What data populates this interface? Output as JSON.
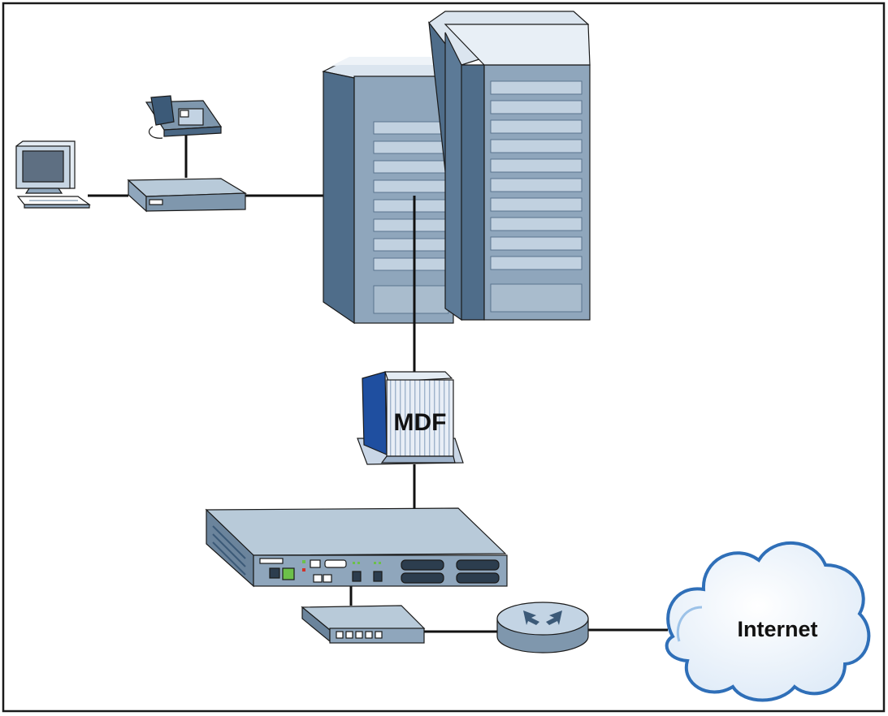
{
  "diagram": {
    "labels": {
      "mdf": "MDF",
      "internet": "Internet"
    },
    "nodes": [
      {
        "id": "computer",
        "icon": "desktop-computer-icon"
      },
      {
        "id": "phone",
        "icon": "telephone-icon"
      },
      {
        "id": "modem",
        "icon": "dsl-modem-icon"
      },
      {
        "id": "building-low",
        "icon": "office-building-icon"
      },
      {
        "id": "building-tall",
        "icon": "office-building-icon"
      },
      {
        "id": "mdf",
        "icon": "mdf-box-icon"
      },
      {
        "id": "dslam",
        "icon": "dslam-chassis-icon"
      },
      {
        "id": "switch",
        "icon": "ethernet-switch-icon"
      },
      {
        "id": "router",
        "icon": "router-icon"
      },
      {
        "id": "internet",
        "icon": "cloud-icon"
      }
    ],
    "links": [
      {
        "from": "computer",
        "to": "modem"
      },
      {
        "from": "phone",
        "to": "modem"
      },
      {
        "from": "modem",
        "to": "mdf"
      },
      {
        "from": "mdf",
        "to": "dslam"
      },
      {
        "from": "dslam",
        "to": "switch"
      },
      {
        "from": "switch",
        "to": "router"
      },
      {
        "from": "router",
        "to": "internet"
      }
    ],
    "colors": {
      "outline": "#1a1a1a",
      "steel_blue": "#7f97ad",
      "light_blue": "#b8cad9",
      "dark_blue": "#3c5a78",
      "cloud_fill": "#e9f2fb",
      "cloud_stroke": "#2f6fb8",
      "mdf_blue": "#1f4fa0",
      "led_green": "#6cc04a"
    }
  }
}
